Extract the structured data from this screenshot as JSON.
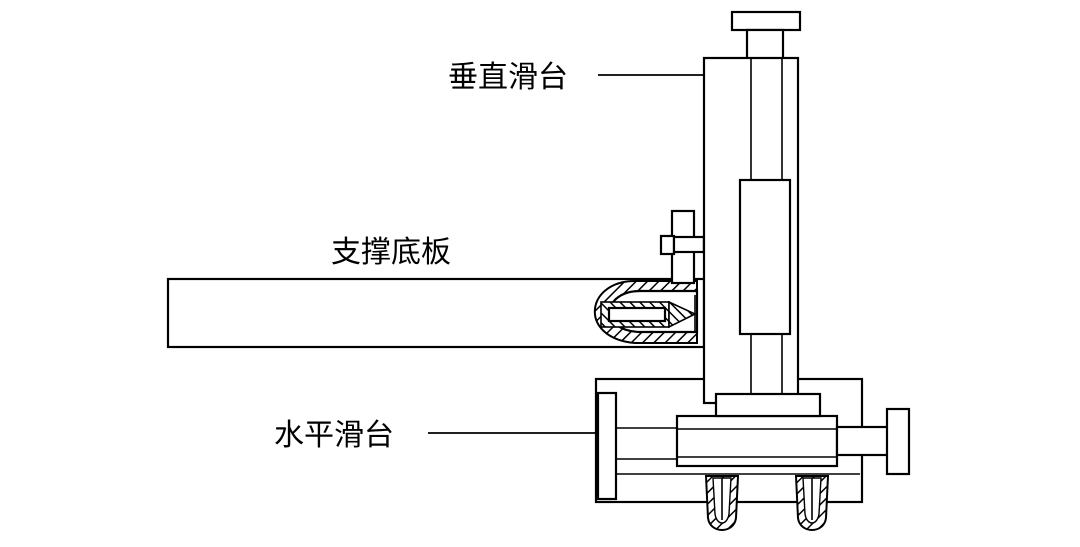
{
  "labels": {
    "vertical_slide": "垂直滑台",
    "support_plate": "支撑底板",
    "horizontal_slide": "水平滑台"
  },
  "colors": {
    "line": "#000000",
    "background": "#ffffff"
  }
}
